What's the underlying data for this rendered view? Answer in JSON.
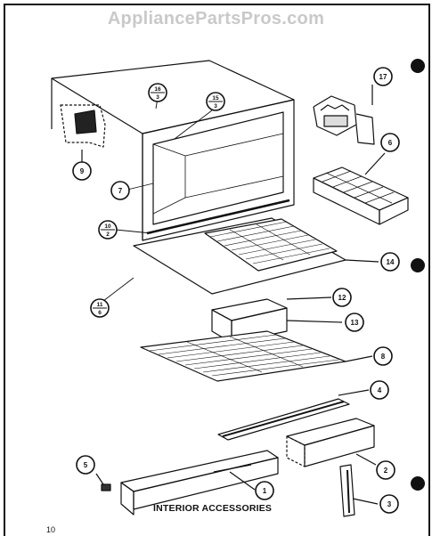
{
  "watermark": "AppliancePartsPros.com",
  "caption": "INTERIOR ACCESSORIES",
  "page_number": "10",
  "callouts": {
    "c1": "1",
    "c2": "2",
    "c3": "3",
    "c4": "4",
    "c5": "5",
    "c6": "6",
    "c7": "7",
    "c8": "8",
    "c9": "9",
    "c10_top": "10",
    "c10_bot": "2",
    "c11_top": "11",
    "c11_bot": "6",
    "c12": "12",
    "c13": "13",
    "c14": "14",
    "c15_top": "15",
    "c15_bot": "3",
    "c16_top": "16",
    "c16_bot": "3",
    "c17": "17"
  }
}
